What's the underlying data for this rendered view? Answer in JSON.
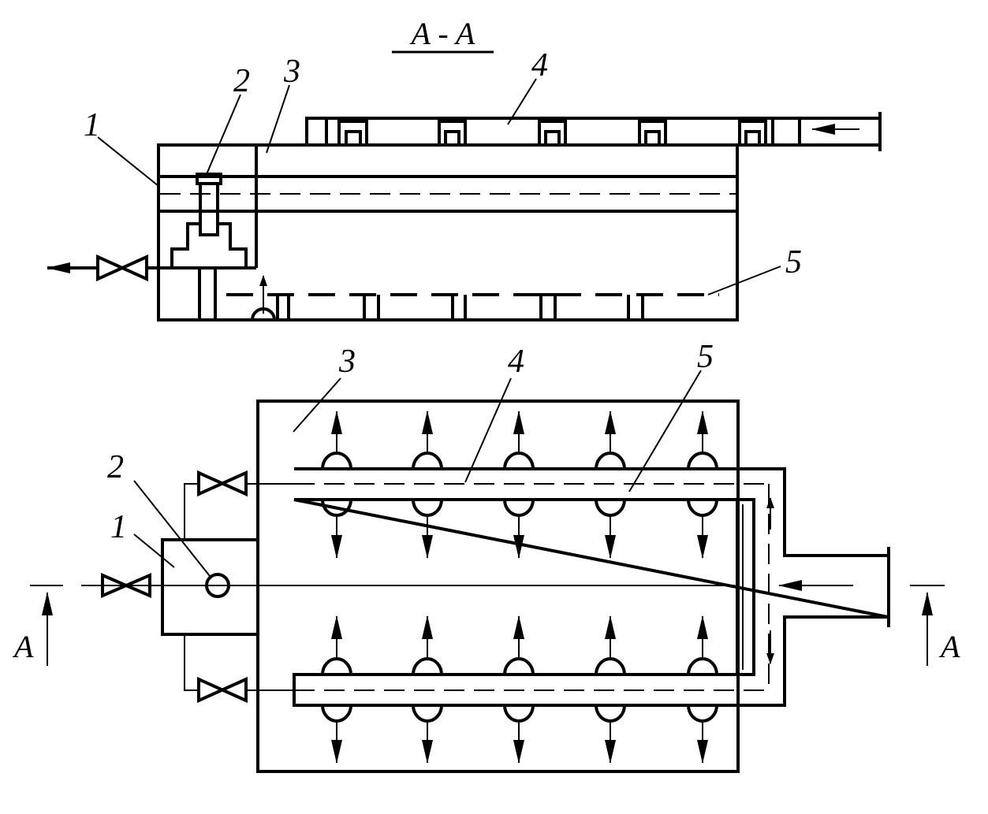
{
  "section_title": "A - A",
  "top_view": {
    "labels": {
      "part1": "1",
      "part2": "2",
      "part3": "3",
      "part4": "4",
      "part5": "5"
    }
  },
  "plan_view": {
    "labels": {
      "part1": "1",
      "part2": "2",
      "part3": "3",
      "part4": "4",
      "part5": "5"
    },
    "section_marks": {
      "left": "A",
      "right": "A"
    }
  },
  "colors": {
    "stroke": "#000000",
    "background": "#ffffff"
  }
}
